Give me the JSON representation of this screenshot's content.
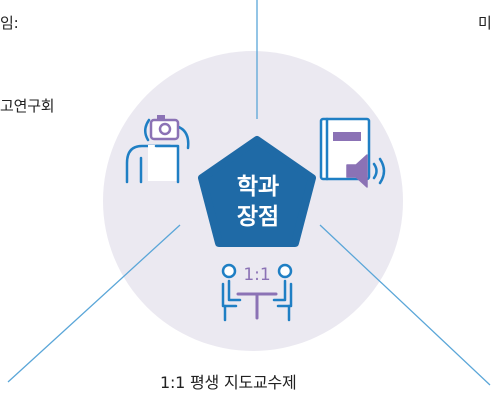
{
  "labels": {
    "top_left": "임:",
    "mid_left": "고연구회",
    "top_right": "미",
    "bottom": "1:1 평생 지도교수제"
  },
  "center": {
    "line1": "학과",
    "line2": "장점"
  },
  "icons": {
    "left": "photographer-icon",
    "right": "book-speaker-icon",
    "bottom": "mentoring-table-icon",
    "center": "pentagon-badge"
  },
  "mentoring_icon_text": "1:1",
  "colors": {
    "circle_bg": "#ebe9f1",
    "line": "#5aa6d8",
    "pentagon": "#1f6aa6",
    "icon_blue": "#1f7fc4",
    "icon_purple": "#8b72b5"
  }
}
